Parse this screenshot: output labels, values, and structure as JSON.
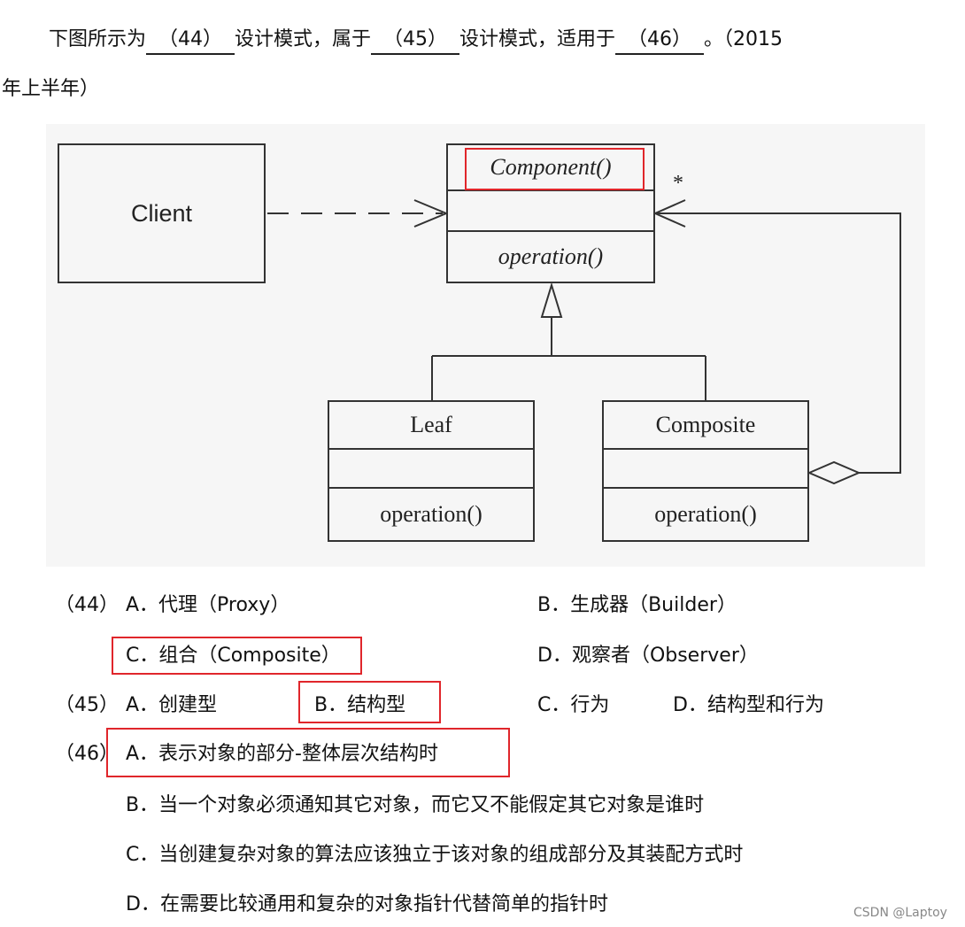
{
  "question": {
    "prefix": "下图所示为",
    "blank1": "（44）",
    "mid1": "设计模式，属于",
    "blank2": "（45）",
    "mid2": "设计模式，适用于",
    "blank3": "（46）",
    "suffix": "。（2015",
    "line2": "年上半年）"
  },
  "diagram": {
    "client_label": "Client",
    "component_name": "Component()",
    "component_op": "operation()",
    "multiplicity": "*",
    "leaf_name": "Leaf",
    "leaf_op": "operation()",
    "composite_name": "Composite",
    "composite_op": "operation()"
  },
  "q44": {
    "num": "（44）",
    "a": "A．代理（Proxy）",
    "b": "B．生成器（Builder）",
    "c": "C．组合（Composite）",
    "d": "D．观察者（Observer）"
  },
  "q45": {
    "num": "（45）",
    "a": "A．创建型",
    "b": "B．结构型",
    "c": "C．行为",
    "d": "D．结构型和行为"
  },
  "q46": {
    "num": "（46）",
    "a": "A．表示对象的部分-整体层次结构时",
    "b": "B．当一个对象必须通知其它对象，而它又不能假定其它对象是谁时",
    "c": "C．当创建复杂对象的算法应该独立于该对象的组成部分及其装配方式时",
    "d": "D．在需要比较通用和复杂的对象指针代替简单的指针时"
  },
  "watermark": "CSDN @Laptoy",
  "colors": {
    "highlight": "#e0262b",
    "diagram_bg": "#f6f6f6",
    "line": "#333333"
  }
}
